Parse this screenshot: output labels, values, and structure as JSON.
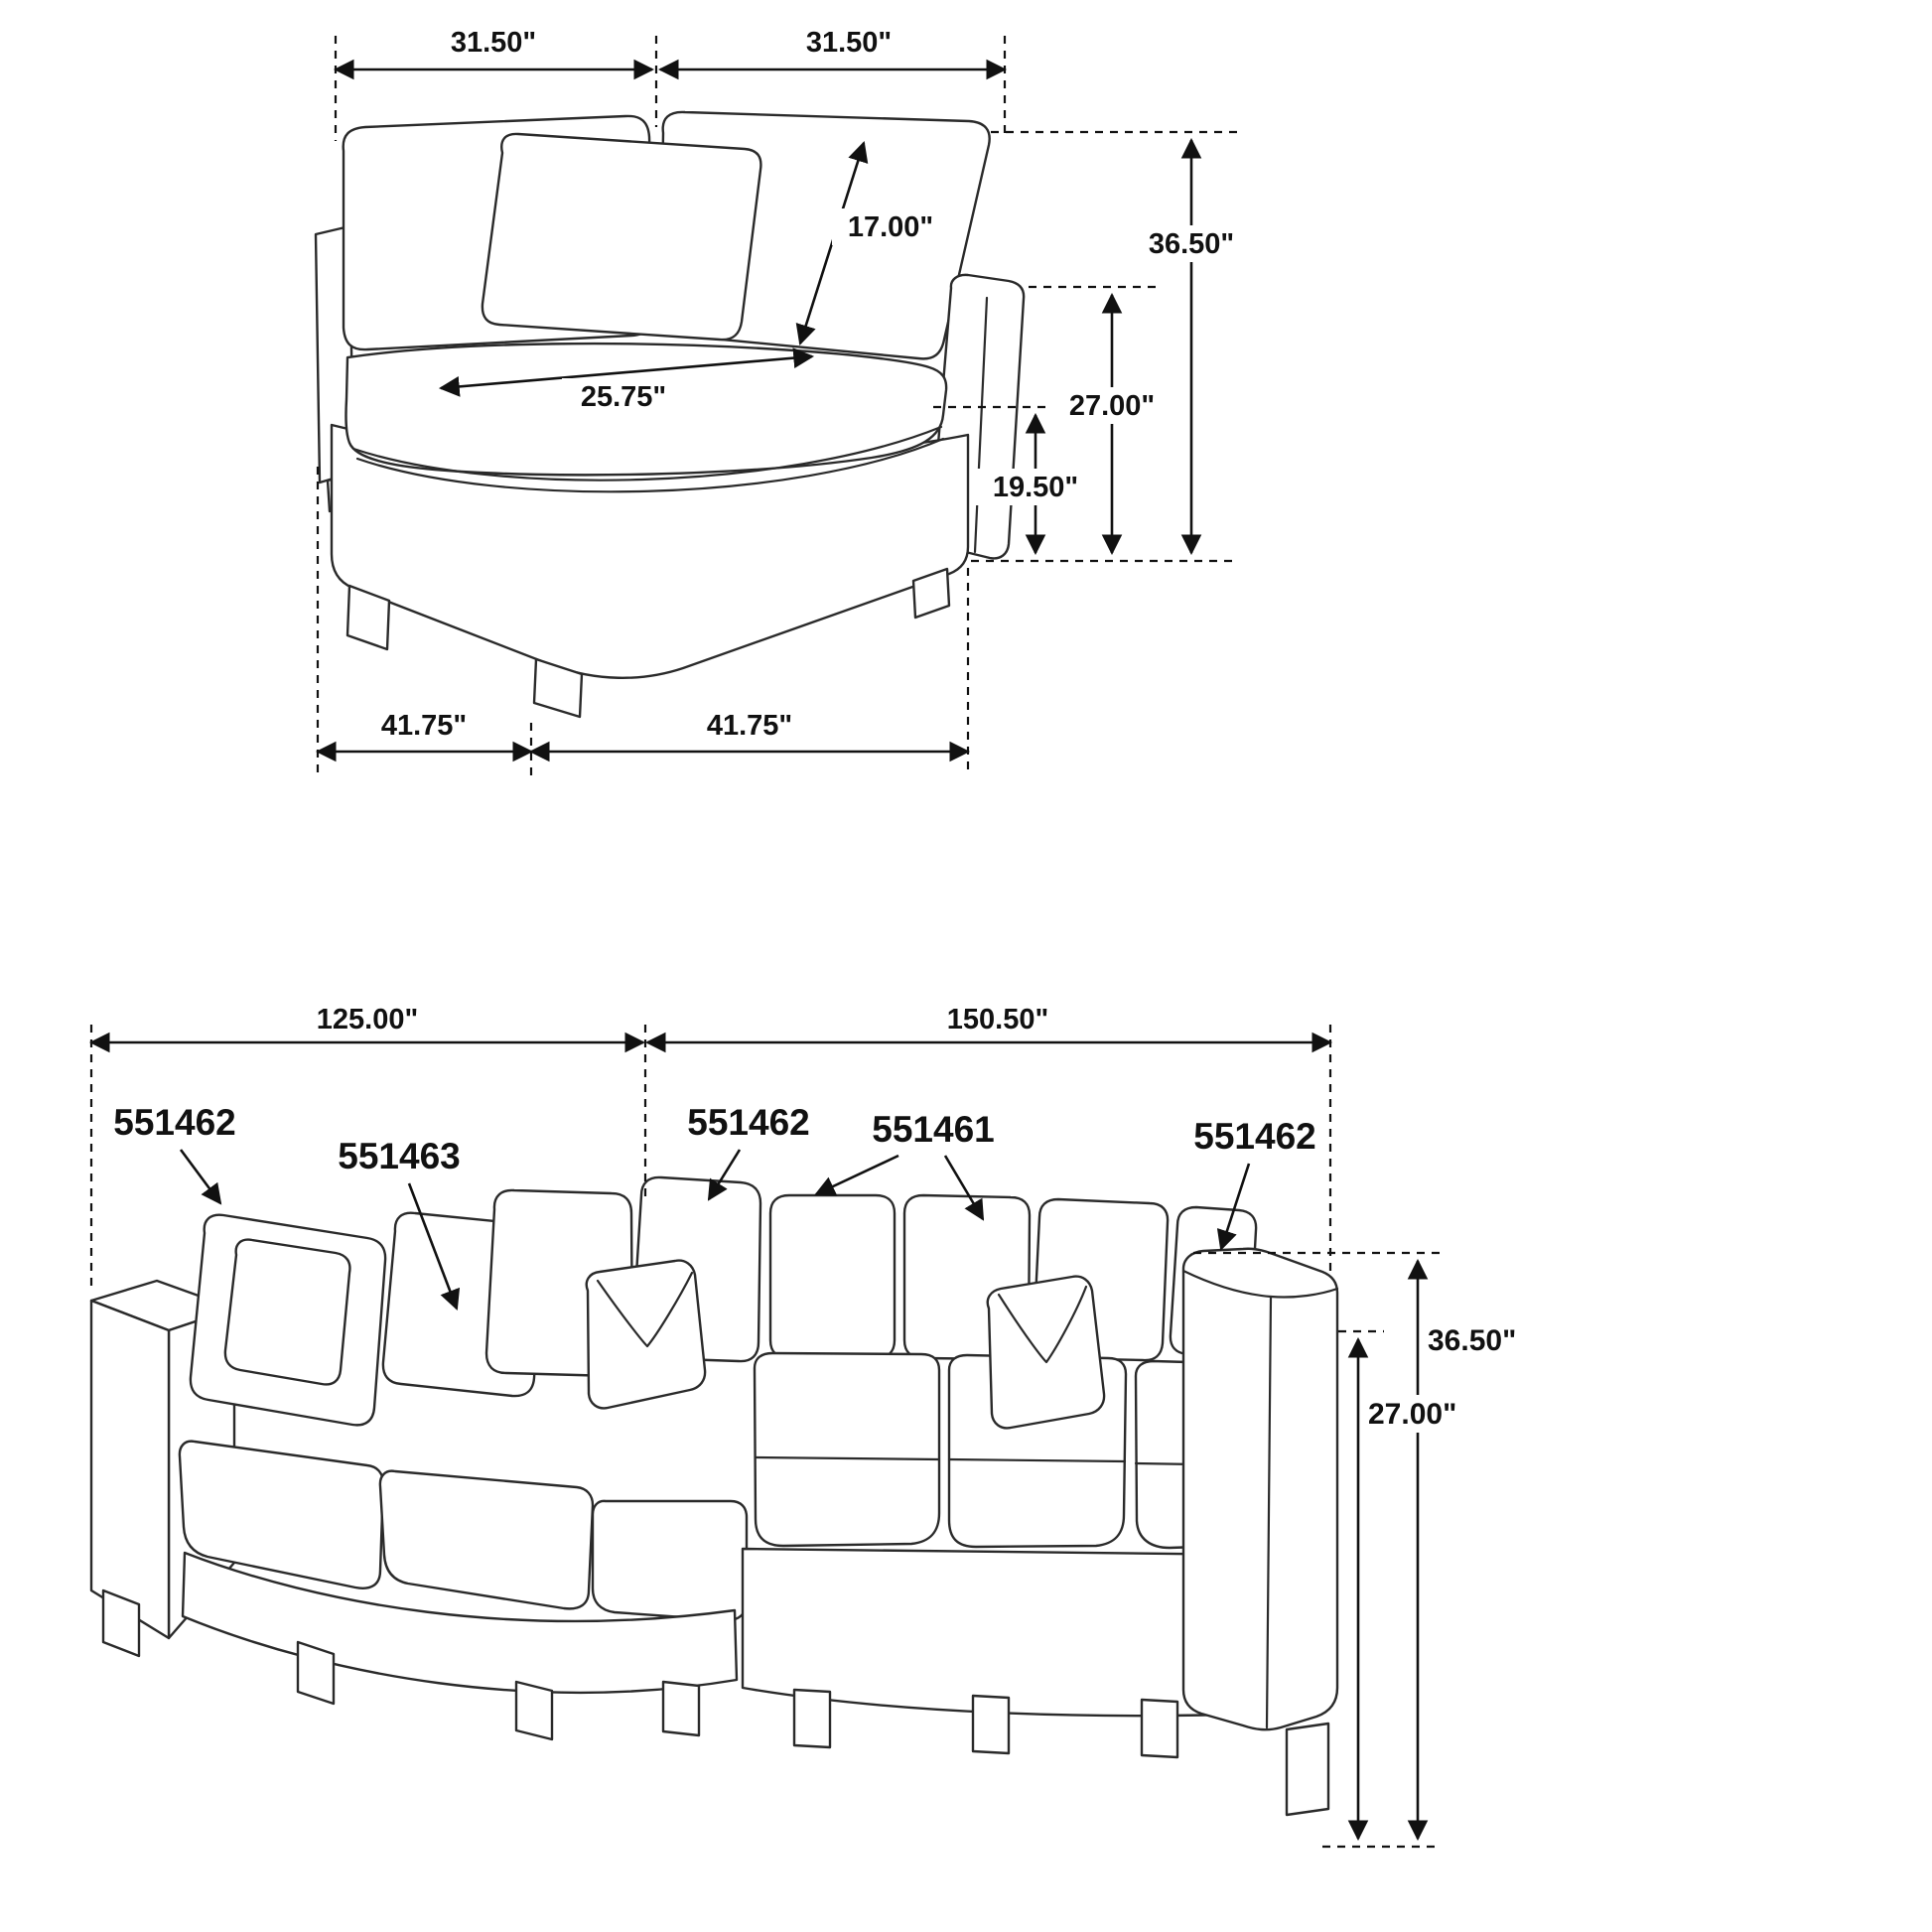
{
  "corner_module": {
    "dim_back_width_left": "31.50\"",
    "dim_back_width_right": "31.50\"",
    "dim_back_cushion_diagonal": "17.00\"",
    "dim_overall_height": "36.50\"",
    "dim_arm_height": "27.00\"",
    "dim_seat_depth_diagonal": "25.75\"",
    "dim_seat_height": "19.50\"",
    "dim_base_width_left": "41.75\"",
    "dim_base_width_right": "41.75\""
  },
  "sectional": {
    "dim_left_length": "125.00\"",
    "dim_right_length": "150.50\"",
    "dim_overall_height": "36.50\"",
    "dim_arm_height": "27.00\"",
    "sku_labels": [
      {
        "sku": "551462"
      },
      {
        "sku": "551463"
      },
      {
        "sku": "551462"
      },
      {
        "sku": "551461"
      },
      {
        "sku": "551462"
      }
    ]
  },
  "colors": {
    "line": "#2a2a2a",
    "dimension": "#111111",
    "background": "#ffffff"
  }
}
